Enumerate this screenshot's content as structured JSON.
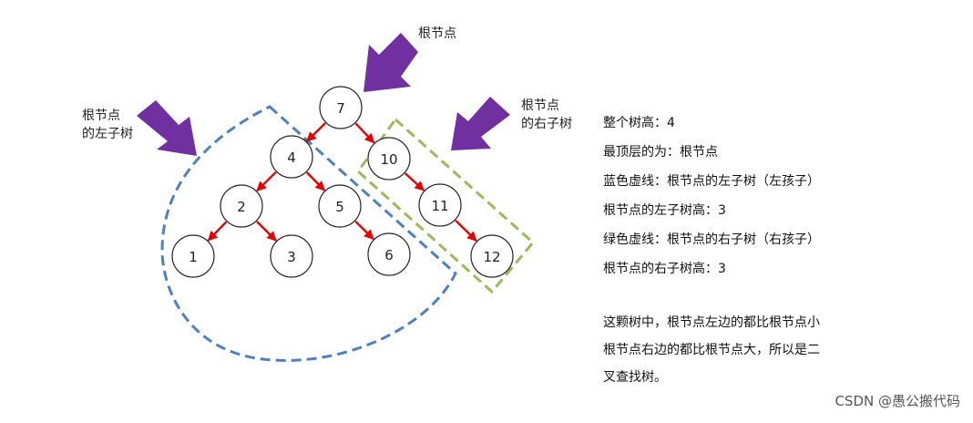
{
  "diagram": {
    "nodes": [
      {
        "id": "n7",
        "label": "7"
      },
      {
        "id": "n4",
        "label": "4"
      },
      {
        "id": "n10",
        "label": "10"
      },
      {
        "id": "n2",
        "label": "2"
      },
      {
        "id": "n5",
        "label": "5"
      },
      {
        "id": "n11",
        "label": "11"
      },
      {
        "id": "n1",
        "label": "1"
      },
      {
        "id": "n3",
        "label": "3"
      },
      {
        "id": "n6",
        "label": "6"
      },
      {
        "id": "n12",
        "label": "12"
      }
    ],
    "edges": [
      {
        "from": "n7",
        "to": "n4"
      },
      {
        "from": "n7",
        "to": "n10"
      },
      {
        "from": "n4",
        "to": "n2"
      },
      {
        "from": "n4",
        "to": "n5"
      },
      {
        "from": "n2",
        "to": "n1"
      },
      {
        "from": "n2",
        "to": "n3"
      },
      {
        "from": "n5",
        "to": "n6"
      },
      {
        "from": "n10",
        "to": "n11"
      },
      {
        "from": "n11",
        "to": "n12"
      }
    ],
    "colors": {
      "edge": "#e60000",
      "left_outline": "#4f81bd",
      "right_outline": "#9bbb59",
      "arrow": "#7030a0"
    }
  },
  "callouts": {
    "root": "根节点",
    "left_line1": "根节点",
    "left_line2": "的左子树",
    "right_line1": "根节点",
    "right_line2": "的右子树"
  },
  "notes": {
    "lines": [
      "整个树高：4",
      "最顶层的为：根节点",
      "蓝色虚线：根节点的左子树（左孩子）",
      "根节点的左子树高：3",
      "绿色虚线：根节点的右子树（右孩子）",
      "根节点的右子树高：3"
    ],
    "paragraph": [
      "这颗树中，根节点左边的都比根节点小",
      "根节点右边的都比根节点大，所以是二",
      "叉查找树。"
    ]
  },
  "watermark": "CSDN @愚公搬代码"
}
